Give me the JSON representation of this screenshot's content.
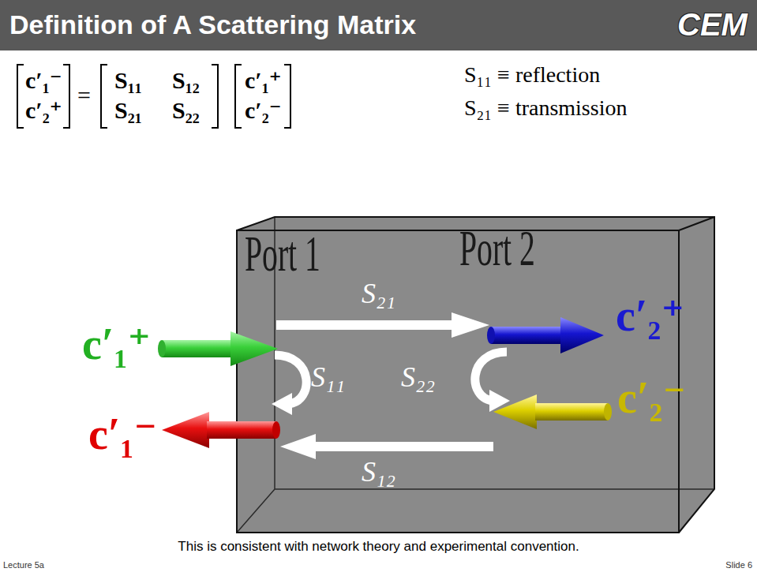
{
  "diagram": {
    "title": "Definition of A Scattering Matrix",
    "caption": "This is consistent with network theory and experimental convention.",
    "nodes": [
      {
        "text": [
          "Port 1",
          "Port 2"
        ]
      }
    ],
    "labels": [
      "CEM",
      "c′₁⁻",
      "c′₂⁺",
      "=",
      "S₁₁",
      "S₁₂",
      "S₂₁",
      "S₂₂",
      "c′₁⁺",
      "c′₂⁻",
      "S₁₁ ≡ reflection",
      "S₂₁ ≡ transmission",
      "S₂₁",
      "S₁₁",
      "S₂₂",
      "S₁₂",
      "c′₁⁺",
      "c′₁⁻",
      "c′₂⁺",
      "c′₂⁻",
      "Lecture 5a",
      "Slide 6"
    ]
  }
}
